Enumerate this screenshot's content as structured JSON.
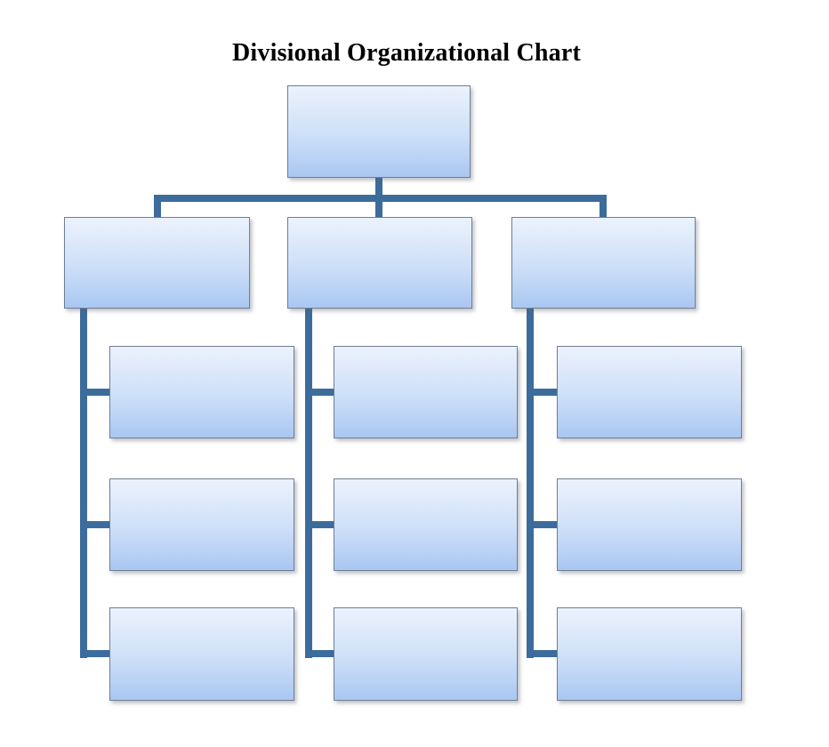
{
  "title": "Divisional Organizational Chart",
  "diagram": {
    "type": "org-chart",
    "levels": [
      "root",
      "division",
      "department"
    ],
    "style": {
      "background": "#ffffff",
      "title_color": "#000000",
      "connector_color": "#3c6c9c",
      "node_fill_top": "#ecf2fd",
      "node_fill_bottom": "#a9c7f2",
      "node_border_color": "#6f7f93"
    },
    "root": {
      "label": "",
      "children": [
        {
          "label": "",
          "children": [
            {
              "label": ""
            },
            {
              "label": ""
            },
            {
              "label": ""
            }
          ]
        },
        {
          "label": "",
          "children": [
            {
              "label": ""
            },
            {
              "label": ""
            },
            {
              "label": ""
            }
          ]
        },
        {
          "label": "",
          "children": [
            {
              "label": ""
            },
            {
              "label": ""
            },
            {
              "label": ""
            }
          ]
        }
      ]
    }
  }
}
